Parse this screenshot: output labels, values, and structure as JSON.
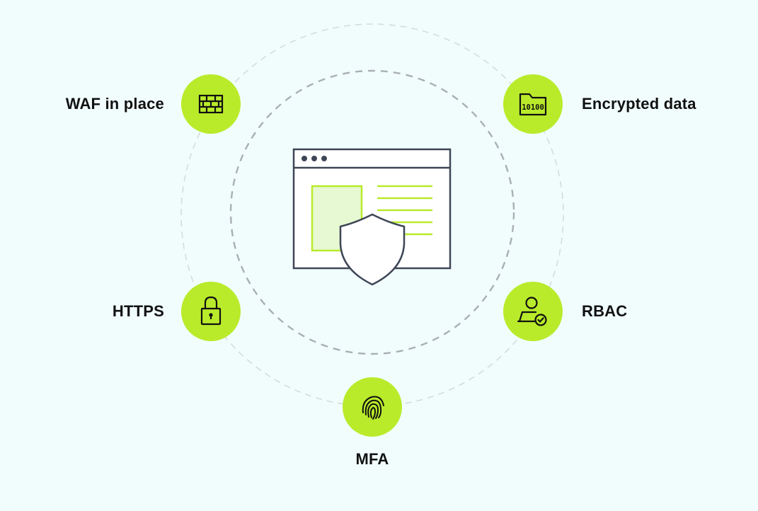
{
  "diagram": {
    "center_icon": "browser-window-shield-icon",
    "nodes": [
      {
        "id": "waf",
        "label": "WAF in place",
        "icon": "firewall-icon"
      },
      {
        "id": "encrypted",
        "label": "Encrypted data",
        "icon": "encrypted-folder-icon",
        "icon_text": "10100"
      },
      {
        "id": "https",
        "label": "HTTPS",
        "icon": "padlock-icon"
      },
      {
        "id": "rbac",
        "label": "RBAC",
        "icon": "user-check-icon"
      },
      {
        "id": "mfa",
        "label": "MFA",
        "icon": "fingerprint-icon"
      }
    ]
  },
  "colors": {
    "background": "#f1fdfd",
    "accent": "#b9eb2b",
    "accent_light": "#e6f9d2",
    "line": "#3e4656",
    "ring_outer": "#d3dcdd",
    "ring_inner": "#a9afb4"
  }
}
